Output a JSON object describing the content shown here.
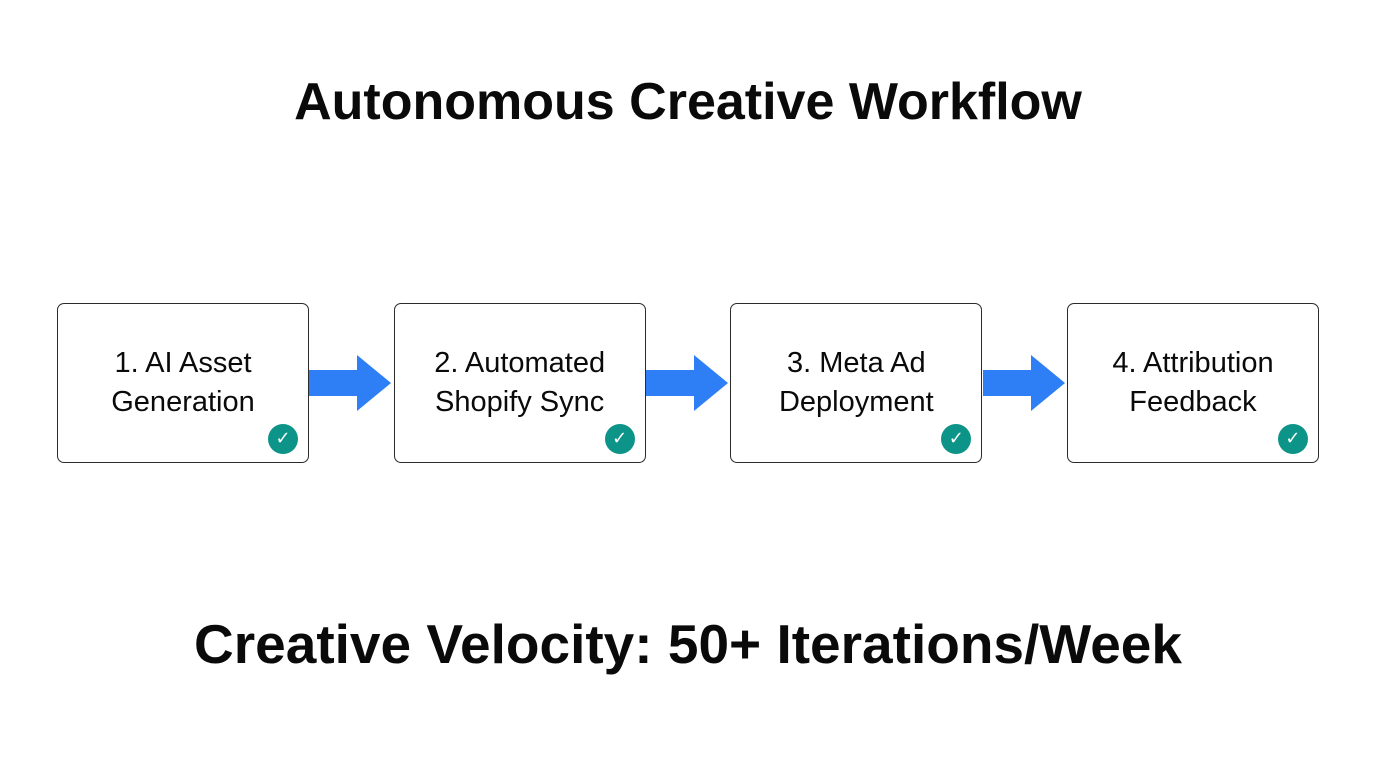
{
  "title": "Autonomous Creative Workflow",
  "steps": [
    {
      "label": "1. AI Asset Generation"
    },
    {
      "label": "2. Automated Shopify Sync"
    },
    {
      "label": "3. Meta Ad Deployment"
    },
    {
      "label": "4. Attribution Feedback"
    }
  ],
  "check_icon": "✓",
  "footer": "Creative Velocity: 50+ Iterations/Week",
  "colors": {
    "arrow_blue": "#2e7ef6",
    "check_teal": "#0d9488",
    "box_border": "#2b2b2b",
    "text": "#0a0a0a"
  }
}
